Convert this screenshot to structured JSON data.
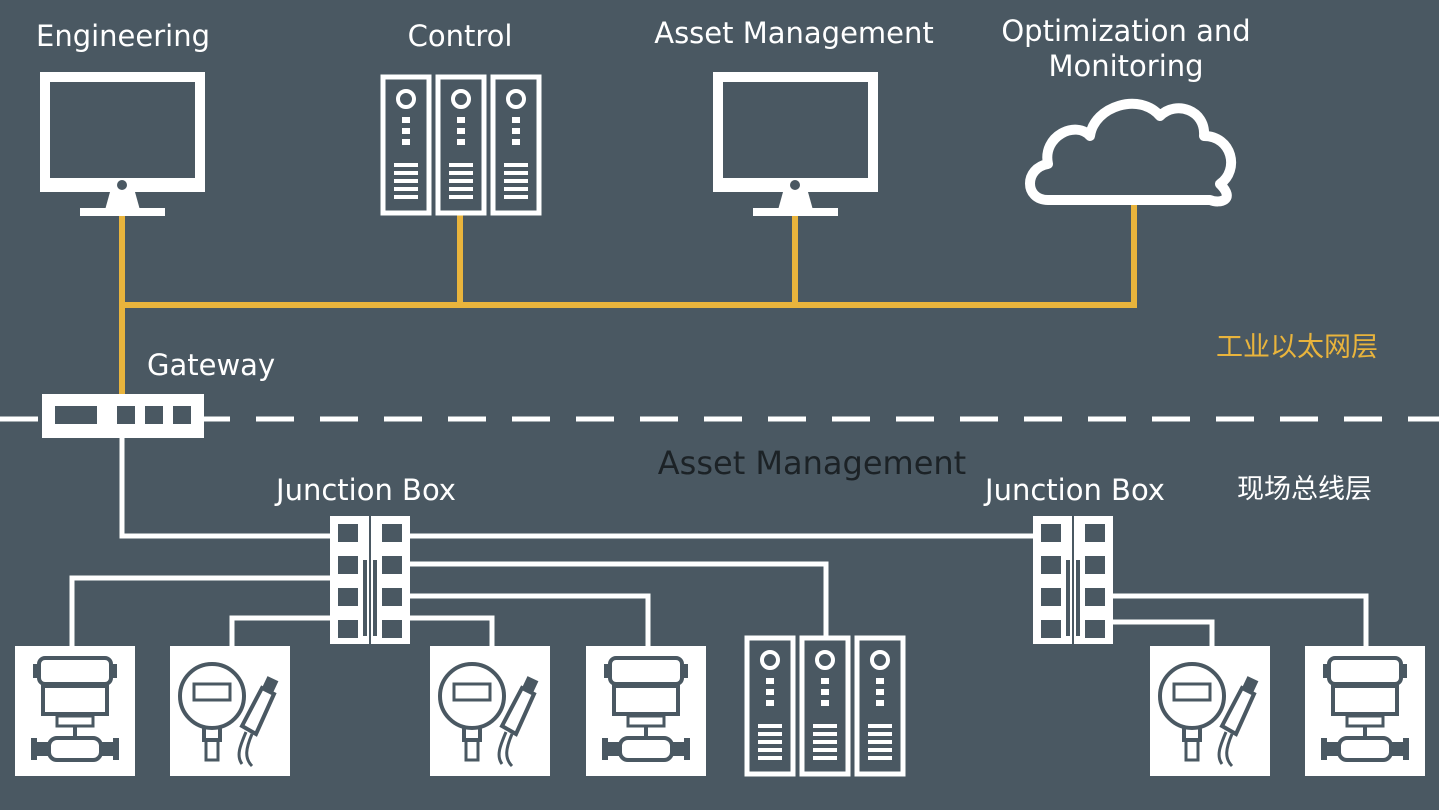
{
  "top_layer": {
    "engineering_label": "Engineering",
    "control_label": "Control",
    "asset_management_label": "Asset Management",
    "optimization_label_line1": "Optimization and",
    "optimization_label_line2": "Monitoring",
    "layer_label": "工业以太网层"
  },
  "gateway": {
    "label": "Gateway"
  },
  "field_layer": {
    "center_label": "Asset Management",
    "junction_box_left_label": "Junction Box",
    "junction_box_right_label": "Junction Box",
    "layer_label": "现场总线层"
  },
  "colors": {
    "background": "#4a5862",
    "ethernet_line": "#e9b43c",
    "fieldbus_line": "#ffffff",
    "device_fill": "#ffffff",
    "dark_label": "#1c2226"
  },
  "icons": {
    "engineering": "monitor-icon",
    "control": "server-rack-icon",
    "asset_management": "monitor-icon",
    "optimization": "cloud-icon",
    "gateway": "switch-icon",
    "junction_box": "junction-box-icon",
    "field_devices": [
      "control-valve-icon",
      "pressure-transmitter-icon",
      "pressure-transmitter-icon",
      "control-valve-icon",
      "server-rack-icon",
      "pressure-transmitter-icon",
      "control-valve-icon"
    ]
  }
}
